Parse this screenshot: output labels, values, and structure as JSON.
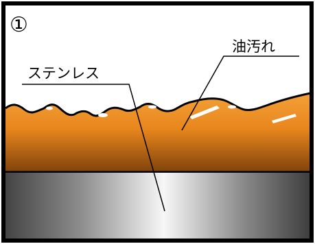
{
  "figure": {
    "step_marker": "①",
    "labels": {
      "oil_stain": "油汚れ",
      "stainless": "ステンレス"
    }
  },
  "colors": {
    "frame": "#000000",
    "background": "#ffffff",
    "oil_top": "#f09a2c",
    "oil_mid": "#e8861d",
    "oil_bottom": "#8a4a0e",
    "steel_edge": "#4a4a4a",
    "steel_center": "#f4f4f4"
  }
}
